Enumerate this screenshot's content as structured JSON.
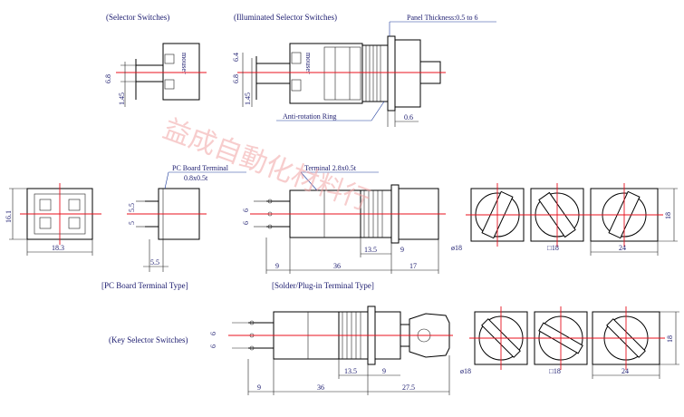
{
  "titles": {
    "selector": "(Selector Switches)",
    "illuminated": "(Illuminated Selector Switches)",
    "pcb_type": "[PC Board Terminal Type]",
    "solder_type": "[Solder/Plug-in Terminal Type]",
    "key": "(Key Selector Switches)"
  },
  "callouts": {
    "panel": "Panel Thickness:0.5 to 6",
    "antirot": "Anti-rotation Ring",
    "pcb_terminal_1": "PC Board Terminal",
    "pcb_terminal_2": "0.8x0.5t",
    "terminal": "Terminal 2.8x0.5t",
    "brand": "mouser"
  },
  "dims": {
    "d_68a": "6.8",
    "d_145a": "1.45",
    "d_68b": "6.8",
    "d_64": "6.4",
    "d_145b": "1.45",
    "d_06": "0.6",
    "d_161": "16.1",
    "d_183": "18.3",
    "d_55a": "5.5",
    "d_5": "5",
    "d_55b": "5.5",
    "d_6a": "6",
    "d_6b": "6",
    "d_9a": "9",
    "d_36a": "36",
    "d_135a": "13.5",
    "d_9b": "9",
    "d_17": "17",
    "d_18a": "18",
    "phi18a": "ø18",
    "sq18a": "□18",
    "d_24a": "24",
    "d_6c": "6",
    "d_6d": "6",
    "d_9c": "9",
    "d_36b": "36",
    "d_135b": "13.5",
    "d_9d": "9",
    "d_275": "27.5",
    "d_18b": "18",
    "phi18b": "ø18",
    "sq18b": "□18",
    "d_24b": "24"
  },
  "watermark": "益成自動化材料行"
}
